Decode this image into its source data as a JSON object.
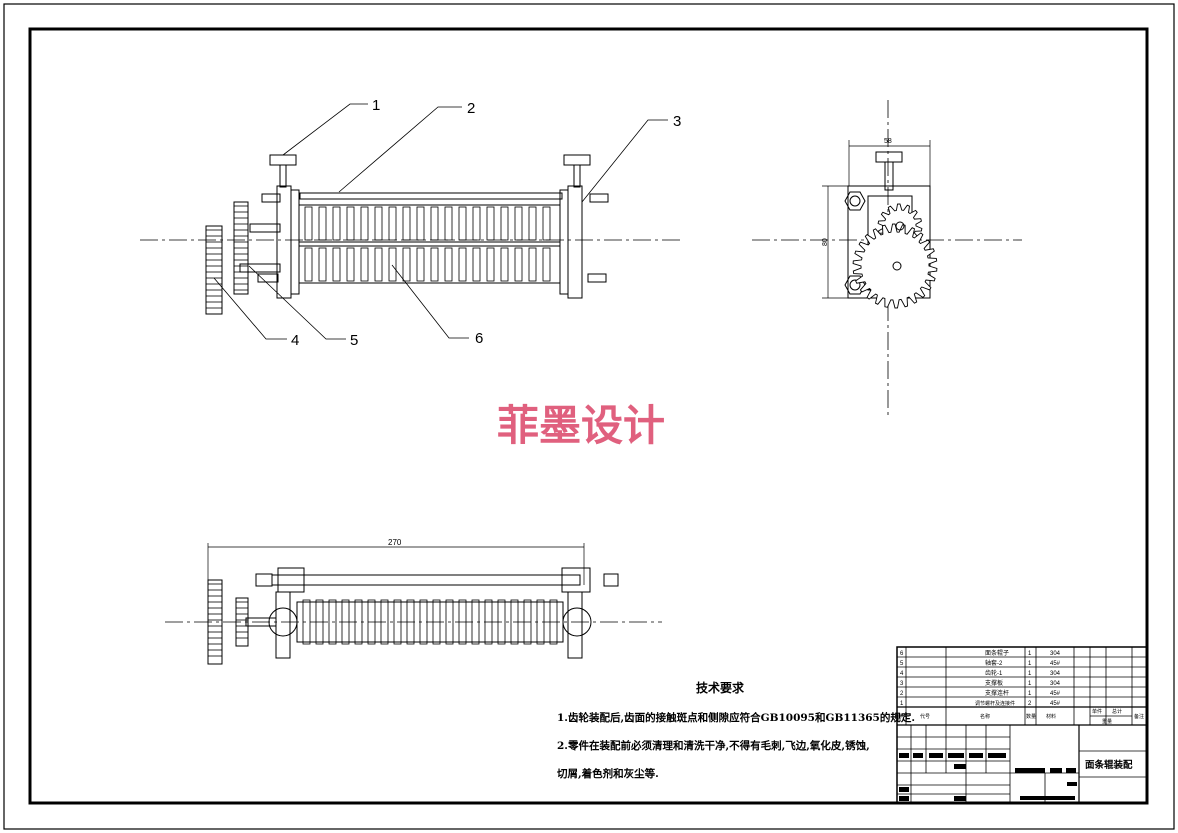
{
  "balloons": [
    "1",
    "2",
    "3",
    "4",
    "5",
    "6"
  ],
  "dimensions": {
    "side_width": "58",
    "side_height": "80",
    "bottom_length": "270"
  },
  "watermark": "菲墨设计",
  "tech": {
    "title": "技术要求",
    "line1": "1.齿轮装配后,齿面的接触斑点和侧隙应符合GB10095和GB11365的规定.",
    "line2": "2.零件在装配前必须清理和清洗干净,不得有毛刺,飞边,氧化皮,锈蚀,",
    "line3": "切屑,着色剂和灰尘等."
  },
  "bom": [
    {
      "no": "6",
      "name": "面条辊子",
      "qty": "1",
      "mat": "304"
    },
    {
      "no": "5",
      "name": "轴套-2",
      "qty": "1",
      "mat": "45#"
    },
    {
      "no": "4",
      "name": "齿轮-1",
      "qty": "1",
      "mat": "304"
    },
    {
      "no": "3",
      "name": "支撑板",
      "qty": "1",
      "mat": "304"
    },
    {
      "no": "2",
      "name": "支撑连杆",
      "qty": "1",
      "mat": "45#"
    },
    {
      "no": "1",
      "name": "调节螺杆及连接件",
      "qty": "2",
      "mat": "45#"
    }
  ],
  "bom_header": [
    "序号",
    "代号",
    "名称",
    "数量",
    "材料",
    "单件",
    "总计",
    "备注"
  ],
  "bom_header_extra": "重量",
  "drawing_title": "面条辊装配",
  "colors": {
    "line": "#000000",
    "watermark": "#e0607e"
  }
}
